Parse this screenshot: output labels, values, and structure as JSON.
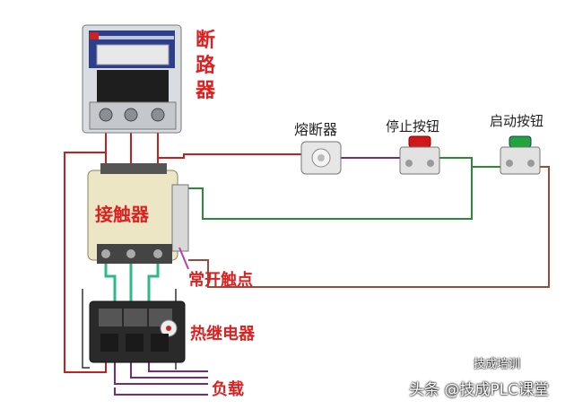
{
  "labels": {
    "breaker": "断\n路\n器",
    "fuse": "熔断器",
    "stop_button": "停止按钮",
    "start_button": "启动按钮",
    "contactor": "接触器",
    "no_contact": "常开触点",
    "thermal_relay": "热继电器",
    "load": "负载"
  },
  "watermark": {
    "main": "头条 @技成PLC课堂",
    "top": "技成培训"
  },
  "colors": {
    "label_red": "#e02020",
    "wire_red": "#c81e1e",
    "wire_green": "#2a8a3a",
    "wire_purple": "#7a2a7a",
    "wire_brown": "#9a4a3a",
    "stop_button_cap": "#d01818",
    "start_button_cap": "#22a43a"
  }
}
